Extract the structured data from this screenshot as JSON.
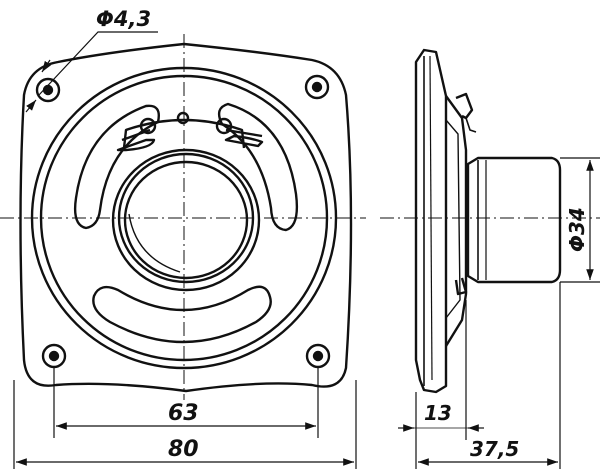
{
  "drawing": {
    "line_color": "#111111",
    "background": "#ffffff",
    "dimensions": {
      "hole_diameter": "Φ4,3",
      "hole_spacing": "63",
      "overall_width": "80",
      "magnet_diameter": "Φ34",
      "frame_thickness": "13",
      "overall_depth": "37,5"
    }
  }
}
